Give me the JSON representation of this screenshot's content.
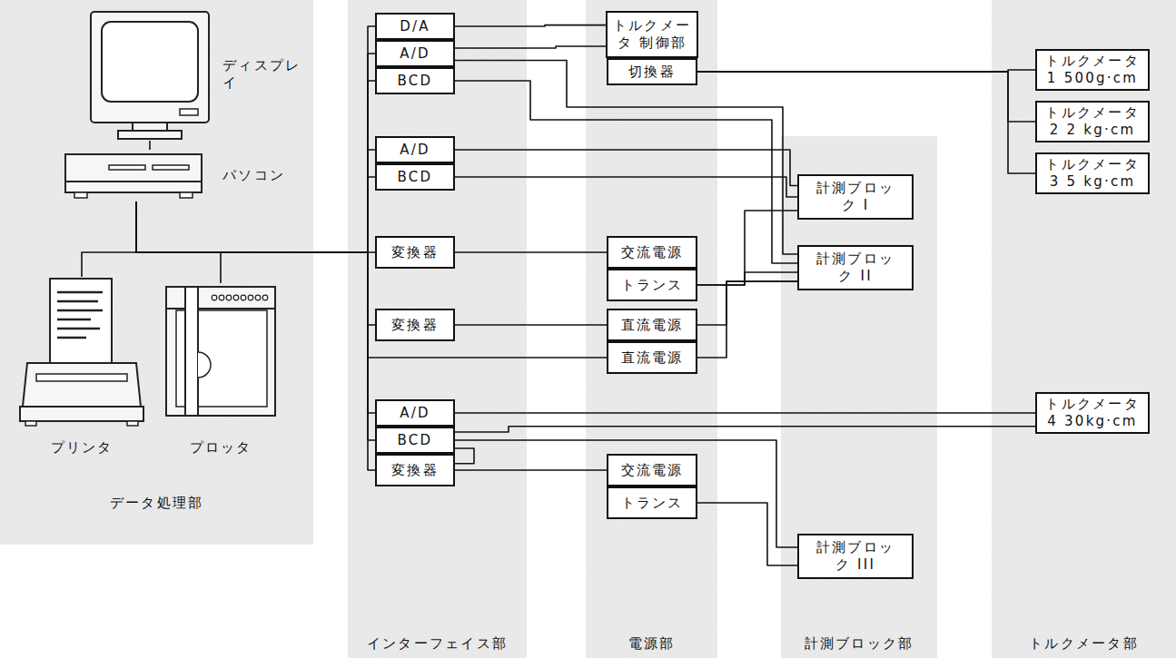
{
  "diagram": {
    "nodes": [
      {
        "text": [
          "データ処理部"
        ]
      },
      {
        "text": [
          "ディスプレイ"
        ],
        "in": 0
      },
      {
        "text": [
          "パソコン"
        ],
        "in": 0
      },
      {
        "text": [
          "プリンタ"
        ],
        "in": 0
      },
      {
        "text": [
          "プロッタ"
        ],
        "in": 0
      },
      {
        "text": [
          "インターフェイス部"
        ]
      },
      {
        "text": [
          "D/A"
        ],
        "in": 5
      },
      {
        "text": [
          "A/D"
        ],
        "in": 5
      },
      {
        "text": [
          "BCD"
        ],
        "in": 5
      },
      {
        "text": [
          "A/D"
        ],
        "in": 5
      },
      {
        "text": [
          "BCD"
        ],
        "in": 5
      },
      {
        "text": [
          "変換器"
        ],
        "in": 5
      },
      {
        "text": [
          "変換器"
        ],
        "in": 5
      },
      {
        "text": [
          "A/D"
        ],
        "in": 5
      },
      {
        "text": [
          "BCD"
        ],
        "in": 5
      },
      {
        "text": [
          "変換器"
        ],
        "in": 5
      },
      {
        "text": [
          "電源部"
        ]
      },
      {
        "text": [
          "トルクメータ 制御部"
        ],
        "in": 16
      },
      {
        "text": [
          "切換器"
        ],
        "in": 16
      },
      {
        "text": [
          "交流電源"
        ],
        "in": 16
      },
      {
        "text": [
          "トランス"
        ],
        "in": 16
      },
      {
        "text": [
          "直流電源"
        ],
        "in": 16
      },
      {
        "text": [
          "直流電源"
        ],
        "in": 16
      },
      {
        "text": [
          "交流電源"
        ],
        "in": 16
      },
      {
        "text": [
          "トランス"
        ],
        "in": 16
      },
      {
        "text": [
          "計測ブロック部"
        ]
      },
      {
        "text": [
          "計測ブロック I"
        ],
        "in": 25
      },
      {
        "text": [
          "計測ブロック II"
        ],
        "in": 25
      },
      {
        "text": [
          "計測ブロック III"
        ],
        "in": 25
      },
      {
        "text": [
          "トルクメータ部"
        ]
      },
      {
        "text": [
          "トルクメータ1 500g·cm"
        ],
        "in": 29
      },
      {
        "text": [
          "トルクメータ2 2 kg·cm"
        ],
        "in": 29
      },
      {
        "text": [
          "トルクメータ3 5 kg·cm"
        ],
        "in": 29
      },
      {
        "text": [
          "トルクメータ4 30kg·cm"
        ],
        "in": 29
      }
    ],
    "edges": [
      {
        "from": 1,
        "to": 2,
        "arrow": "none"
      },
      {
        "from": 2,
        "to": 3,
        "arrow": "none"
      },
      {
        "from": 2,
        "to": 4,
        "arrow": "none"
      },
      {
        "from": 2,
        "to": 6,
        "arrow": "none"
      },
      {
        "from": 2,
        "to": 7,
        "arrow": "none"
      },
      {
        "from": 2,
        "to": 8,
        "arrow": "none"
      },
      {
        "from": 2,
        "to": 9,
        "arrow": "none"
      },
      {
        "from": 2,
        "to": 10,
        "arrow": "none"
      },
      {
        "from": 2,
        "to": 11,
        "arrow": "none"
      },
      {
        "from": 2,
        "to": 12,
        "arrow": "none"
      },
      {
        "from": 2,
        "to": 13,
        "arrow": "none"
      },
      {
        "from": 2,
        "to": 14,
        "arrow": "none"
      },
      {
        "from": 2,
        "to": 15,
        "arrow": "none"
      },
      {
        "from": 2,
        "to": 22,
        "arrow": "none"
      },
      {
        "from": 6,
        "to": 17,
        "arrow": "none"
      },
      {
        "from": 7,
        "to": 17,
        "arrow": "none"
      },
      {
        "from": 7,
        "to": 27,
        "arrow": "none"
      },
      {
        "from": 8,
        "to": 27,
        "arrow": "none"
      },
      {
        "from": 9,
        "to": 26,
        "arrow": "none"
      },
      {
        "from": 10,
        "to": 26,
        "arrow": "none"
      },
      {
        "from": 11,
        "to": 19,
        "arrow": "none"
      },
      {
        "from": 20,
        "to": 26,
        "arrow": "none"
      },
      {
        "from": 20,
        "to": 27,
        "arrow": "none"
      },
      {
        "from": 12,
        "to": 21,
        "arrow": "none"
      },
      {
        "from": 21,
        "to": 27,
        "arrow": "none"
      },
      {
        "from": 22,
        "to": 27,
        "arrow": "none"
      },
      {
        "from": 18,
        "to": 30,
        "arrow": "none"
      },
      {
        "from": 18,
        "to": 31,
        "arrow": "none"
      },
      {
        "from": 18,
        "to": 32,
        "arrow": "none"
      },
      {
        "from": 13,
        "to": 33,
        "arrow": "none"
      },
      {
        "from": 14,
        "to": 33,
        "arrow": "none"
      },
      {
        "from": 14,
        "to": 28,
        "arrow": "none"
      },
      {
        "from": 24,
        "to": 28,
        "arrow": "none"
      },
      {
        "from": 14,
        "to": 15,
        "arrow": "none"
      },
      {
        "from": 15,
        "to": 23,
        "arrow": "none"
      }
    ]
  }
}
